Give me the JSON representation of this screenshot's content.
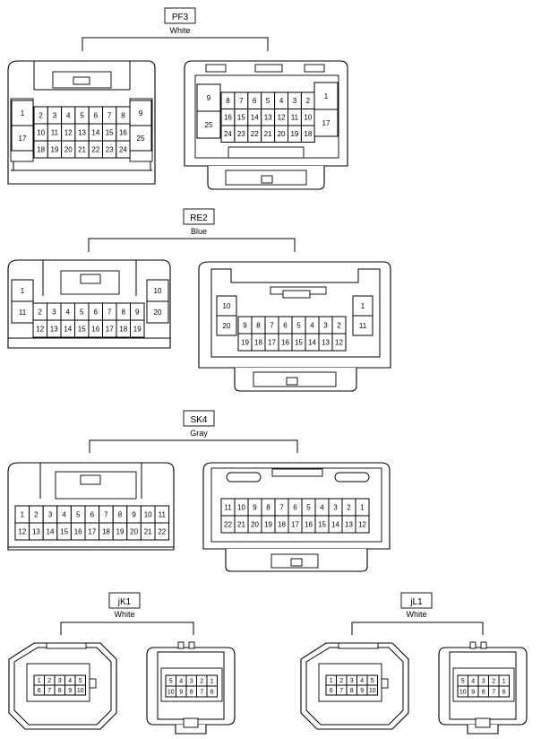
{
  "connectors": [
    {
      "code": "PF3",
      "color": "White",
      "female": {
        "left_side": [
          "1",
          "17"
        ],
        "row1": [
          "2",
          "3",
          "4",
          "5",
          "6",
          "7",
          "8"
        ],
        "row2": [
          "10",
          "11",
          "12",
          "13",
          "14",
          "15",
          "16"
        ],
        "row3": [
          "18",
          "19",
          "20",
          "21",
          "22",
          "23",
          "24"
        ],
        "right_side": [
          "9",
          "25"
        ]
      },
      "male": {
        "left_side": [
          "9",
          "25"
        ],
        "row1": [
          "8",
          "7",
          "6",
          "5",
          "4",
          "3",
          "2"
        ],
        "row2": [
          "16",
          "15",
          "14",
          "13",
          "12",
          "11",
          "10"
        ],
        "row3": [
          "24",
          "23",
          "22",
          "21",
          "20",
          "19",
          "18"
        ],
        "right_side": [
          "1",
          "17"
        ]
      }
    },
    {
      "code": "RE2",
      "color": "Blue",
      "female": {
        "left_side": [
          "1",
          "11"
        ],
        "row1": [
          "2",
          "3",
          "4",
          "5",
          "6",
          "7",
          "8",
          "9"
        ],
        "row2": [
          "12",
          "13",
          "14",
          "15",
          "16",
          "17",
          "18",
          "19"
        ],
        "right_side": [
          "10",
          "20"
        ]
      },
      "male": {
        "left_side": [
          "10",
          "20"
        ],
        "row1": [
          "9",
          "8",
          "7",
          "6",
          "5",
          "4",
          "3",
          "2"
        ],
        "row2": [
          "19",
          "18",
          "17",
          "16",
          "15",
          "14",
          "13",
          "12"
        ],
        "right_side": [
          "1",
          "11"
        ]
      }
    },
    {
      "code": "SK4",
      "color": "Gray",
      "female": {
        "row1": [
          "1",
          "2",
          "3",
          "4",
          "5",
          "6",
          "7",
          "8",
          "9",
          "10",
          "11"
        ],
        "row2": [
          "12",
          "13",
          "14",
          "15",
          "16",
          "17",
          "18",
          "19",
          "20",
          "21",
          "22"
        ]
      },
      "male": {
        "row1": [
          "11",
          "10",
          "9",
          "8",
          "7",
          "6",
          "5",
          "4",
          "3",
          "2",
          "1"
        ],
        "row2": [
          "22",
          "21",
          "20",
          "19",
          "18",
          "17",
          "16",
          "15",
          "14",
          "13",
          "12"
        ]
      }
    },
    {
      "code": "jK1",
      "color": "White",
      "female": {
        "row1": [
          "1",
          "2",
          "3",
          "4",
          "5"
        ],
        "row2": [
          "6",
          "7",
          "8",
          "9",
          "10"
        ]
      },
      "male": {
        "row1": [
          "5",
          "4",
          "3",
          "2",
          "1"
        ],
        "row2": [
          "10",
          "9",
          "8",
          "7",
          "6"
        ]
      }
    },
    {
      "code": "jL1",
      "color": "White",
      "female": {
        "row1": [
          "1",
          "2",
          "3",
          "4",
          "5"
        ],
        "row2": [
          "6",
          "7",
          "8",
          "9",
          "10"
        ]
      },
      "male": {
        "row1": [
          "5",
          "4",
          "3",
          "2",
          "1"
        ],
        "row2": [
          "10",
          "9",
          "8",
          "7",
          "6"
        ]
      }
    }
  ]
}
